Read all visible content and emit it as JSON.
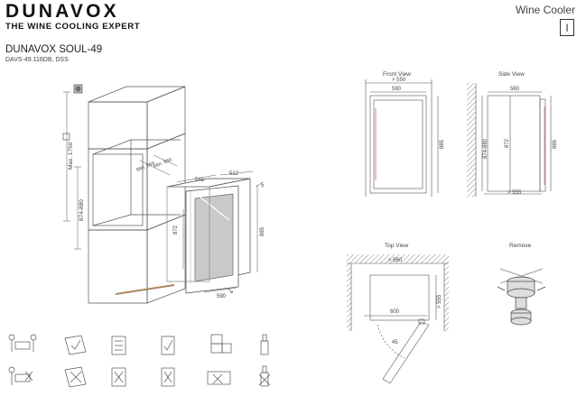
{
  "header": {
    "brand": "DUNAVOX",
    "tagline": "THE WINE COOLING EXPERT",
    "doc_type": "Wine Cooler",
    "doc_page": "I"
  },
  "product": {
    "model": "DUNAVOX SOUL-49",
    "sku": "DAVS-49.116DB, DSS"
  },
  "install_dims": {
    "max_height": "Max. 1750",
    "niche_height": "874-880",
    "min_width": "Min. 560",
    "niche_depth": "Min. 560",
    "depth": "545",
    "depth_total": "512",
    "gap": "5",
    "height": "872",
    "overall_height": "885",
    "width": "590"
  },
  "views": {
    "front": {
      "label": "Front View",
      "width_outer": "> 550",
      "width": "590",
      "height": "885"
    },
    "side": {
      "label": "Side View",
      "depth": "560",
      "niche_height": "874-880",
      "height": "872",
      "overall_height": "885",
      "min_depth": "> 555"
    },
    "top": {
      "label": "Top View",
      "width_outer": "> 560",
      "width": "600",
      "depth": "> 555",
      "door_angle": "45"
    },
    "remove": {
      "label": "Remove"
    }
  }
}
